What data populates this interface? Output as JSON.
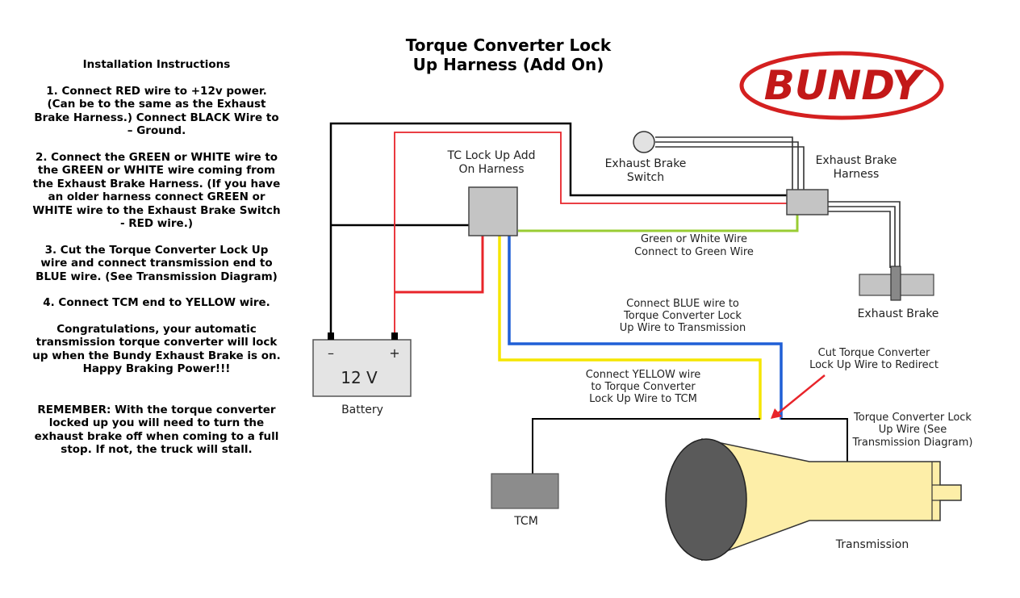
{
  "instructions": {
    "heading": "Installation Instructions",
    "steps": [
      "1.    Connect RED wire to +12v power. (Can be to the same as the Exhaust Brake Harness.) Connect BLACK Wire to – Ground.",
      "2.    Connect the GREEN or WHITE wire to the GREEN or WHITE wire coming from the Exhaust Brake Harness. (If you have an older harness connect GREEN or WHITE wire to the Exhaust Brake Switch - RED wire.)",
      "3.    Cut the Torque Converter Lock Up wire and connect transmission end to BLUE wire. (See Transmission Diagram)",
      "4.    Connect TCM end to YELLOW wire."
    ],
    "congrats": "Congratulations, your automatic transmission torque converter will lock up when the Bundy Exhaust Brake is on.  Happy Braking Power!!!",
    "remember": "REMEMBER: With the torque converter locked up you will need to turn the exhaust brake off when coming to a full stop. If not, the truck will stall."
  },
  "title": {
    "line1": "Torque Converter Lock",
    "line2": "Up Harness (Add On)"
  },
  "logo": {
    "text": "BUNDY",
    "color": "#d42020"
  },
  "diagram": {
    "tc_harness": [
      "TC Lock Up Add",
      "On Harness"
    ],
    "exhaust_switch": [
      "Exhaust Brake",
      "Switch"
    ],
    "exhaust_harness": [
      "Exhaust Brake",
      "Harness"
    ],
    "green_wire": [
      "Green or White Wire",
      "Connect to Green Wire"
    ],
    "exhaust_brake": "Exhaust Brake",
    "blue_wire": [
      "Connect BLUE wire to",
      "Torque Converter Lock",
      "Up Wire to Transmission"
    ],
    "cut_wire": [
      "Cut Torque Converter",
      "Lock Up Wire to Redirect"
    ],
    "yellow_wire": [
      "Connect YELLOW wire",
      "to Torque Converter",
      "Lock Up Wire to TCM"
    ],
    "tc_wire": [
      "Torque Converter  Lock",
      "Up  Wire (See",
      "Transmission Diagram)"
    ],
    "battery": {
      "minus": "–",
      "plus": "+",
      "voltage": "12 V",
      "label": "Battery"
    },
    "tcm": "TCM",
    "transmission": "Transmission"
  },
  "colors": {
    "red_wire": "#e8242a",
    "black_wire": "#000000",
    "green_wire": "#99cc33",
    "yellow_wire": "#f5e600",
    "blue_wire": "#1f5fd6",
    "box_gray": "#c4c4c4",
    "transmission_fill": "#fdeea8"
  }
}
